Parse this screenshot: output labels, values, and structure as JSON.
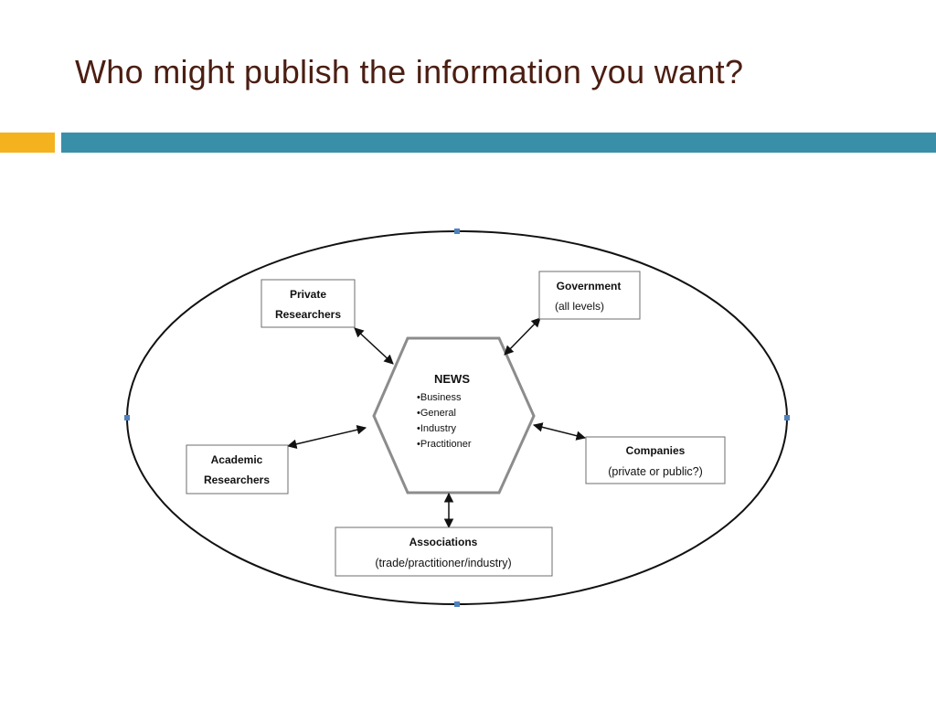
{
  "slide": {
    "title": "Who might publish the information you want?"
  },
  "diagram": {
    "center": {
      "title": "NEWS",
      "items": [
        "•Business",
        "•General",
        "•Industry",
        "•Practitioner"
      ]
    },
    "nodes": {
      "private_researchers": {
        "line1": "Private",
        "line2": "Researchers"
      },
      "government": {
        "line1": "Government",
        "line2": "(all levels)"
      },
      "academic_researchers": {
        "line1": "Academic",
        "line2": "Researchers"
      },
      "companies": {
        "line1": "Companies",
        "line2": "(private or public?)"
      },
      "associations": {
        "line1": "Associations",
        "line2": "(trade/practitioner/industry)"
      }
    },
    "colors": {
      "title_text": "#4b1e12",
      "accent": "#f5b21f",
      "rule": "#3a8fa8",
      "handle": "#4f81bd"
    }
  }
}
